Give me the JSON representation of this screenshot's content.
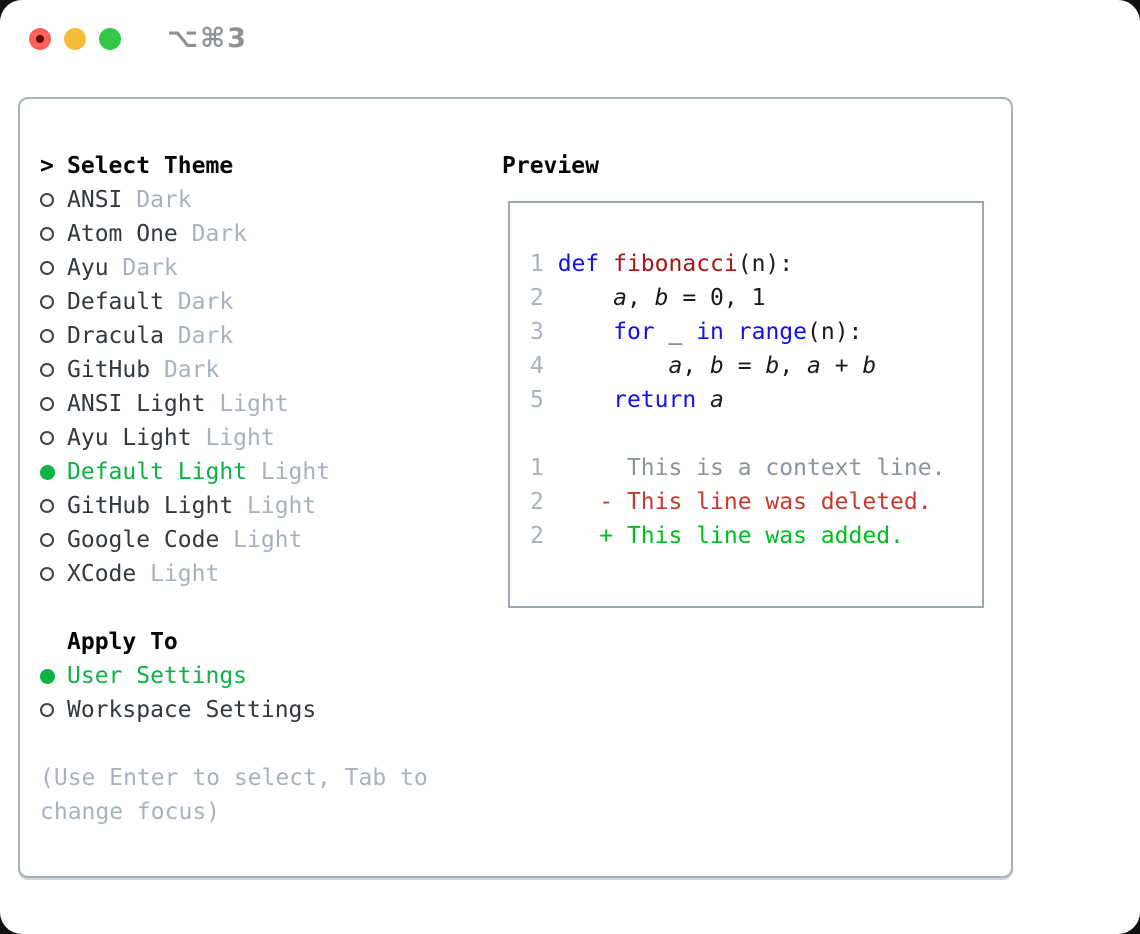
{
  "window": {
    "title": "⌥⌘3"
  },
  "colors": {
    "accent_green": "#0DB247",
    "added_green": "#00BE1E",
    "deleted_red": "#C63A2D",
    "keyword_blue": "#1111E8",
    "function_red": "#A81616",
    "muted_gray": "#A9B2BC",
    "context_gray": "#8C949D",
    "text_dark": "#33383F",
    "code_black": "#1A1B1E",
    "border_gray": "#A9B1BB",
    "titlebar_gray": "#8E9196",
    "light_red": "#FF5F57",
    "light_yellow": "#F5BC38",
    "light_green": "#33C748"
  },
  "theme_panel": {
    "header": {
      "marker": ">",
      "label": "Select Theme"
    },
    "themes": [
      {
        "name": "ANSI",
        "variant": "Dark",
        "selected": false
      },
      {
        "name": "Atom One",
        "variant": "Dark",
        "selected": false
      },
      {
        "name": "Ayu",
        "variant": "Dark",
        "selected": false
      },
      {
        "name": "Default",
        "variant": "Dark",
        "selected": false
      },
      {
        "name": "Dracula",
        "variant": "Dark",
        "selected": false
      },
      {
        "name": "GitHub",
        "variant": "Dark",
        "selected": false
      },
      {
        "name": "ANSI Light",
        "variant": "Light",
        "selected": false
      },
      {
        "name": "Ayu Light",
        "variant": "Light",
        "selected": false
      },
      {
        "name": "Default Light",
        "variant": "Light",
        "selected": true
      },
      {
        "name": "GitHub Light",
        "variant": "Light",
        "selected": false
      },
      {
        "name": "Google Code",
        "variant": "Light",
        "selected": false
      },
      {
        "name": "XCode",
        "variant": "Light",
        "selected": false
      }
    ],
    "apply_to": {
      "label": "Apply To",
      "options": [
        {
          "label": "User Settings",
          "selected": true
        },
        {
          "label": "Workspace Settings",
          "selected": false
        }
      ]
    },
    "hint": "(Use Enter to select, Tab to change focus)"
  },
  "preview": {
    "label": "Preview",
    "lines": [
      [
        {
          "t": "1 ",
          "s": "ln"
        },
        {
          "t": "def",
          "s": "kw"
        },
        {
          "t": " ",
          "s": "txt"
        },
        {
          "t": "fibonacci",
          "s": "fn"
        },
        {
          "t": "(n):",
          "s": "txt"
        }
      ],
      [
        {
          "t": "2 ",
          "s": "ln"
        },
        {
          "t": "    ",
          "s": "txt"
        },
        {
          "t": "a",
          "s": "var"
        },
        {
          "t": ", ",
          "s": "txt"
        },
        {
          "t": "b",
          "s": "var"
        },
        {
          "t": " = 0, 1",
          "s": "txt"
        }
      ],
      [
        {
          "t": "3 ",
          "s": "ln"
        },
        {
          "t": "    ",
          "s": "txt"
        },
        {
          "t": "for",
          "s": "kw"
        },
        {
          "t": " _ ",
          "s": "txt"
        },
        {
          "t": "in",
          "s": "kw"
        },
        {
          "t": " ",
          "s": "txt"
        },
        {
          "t": "range",
          "s": "kw"
        },
        {
          "t": "(n):",
          "s": "txt"
        }
      ],
      [
        {
          "t": "4 ",
          "s": "ln"
        },
        {
          "t": "        ",
          "s": "txt"
        },
        {
          "t": "a",
          "s": "var"
        },
        {
          "t": ", ",
          "s": "txt"
        },
        {
          "t": "b",
          "s": "var"
        },
        {
          "t": " = ",
          "s": "txt"
        },
        {
          "t": "b",
          "s": "var"
        },
        {
          "t": ", ",
          "s": "txt"
        },
        {
          "t": "a",
          "s": "var"
        },
        {
          "t": " + ",
          "s": "txt"
        },
        {
          "t": "b",
          "s": "var"
        }
      ],
      [
        {
          "t": "5 ",
          "s": "ln"
        },
        {
          "t": "    ",
          "s": "txt"
        },
        {
          "t": "return",
          "s": "kw"
        },
        {
          "t": " ",
          "s": "txt"
        },
        {
          "t": "a",
          "s": "var"
        }
      ],
      [],
      [
        {
          "t": "1",
          "s": "ln"
        },
        {
          "t": "      ",
          "s": "txt"
        },
        {
          "t": "This is a context line.",
          "s": "ctx"
        }
      ],
      [
        {
          "t": "2",
          "s": "ln"
        },
        {
          "t": "    ",
          "s": "txt"
        },
        {
          "t": "- This line was deleted.",
          "s": "del"
        }
      ],
      [
        {
          "t": "2",
          "s": "ln"
        },
        {
          "t": "    ",
          "s": "txt"
        },
        {
          "t": "+ This line was added.",
          "s": "add"
        }
      ]
    ]
  }
}
